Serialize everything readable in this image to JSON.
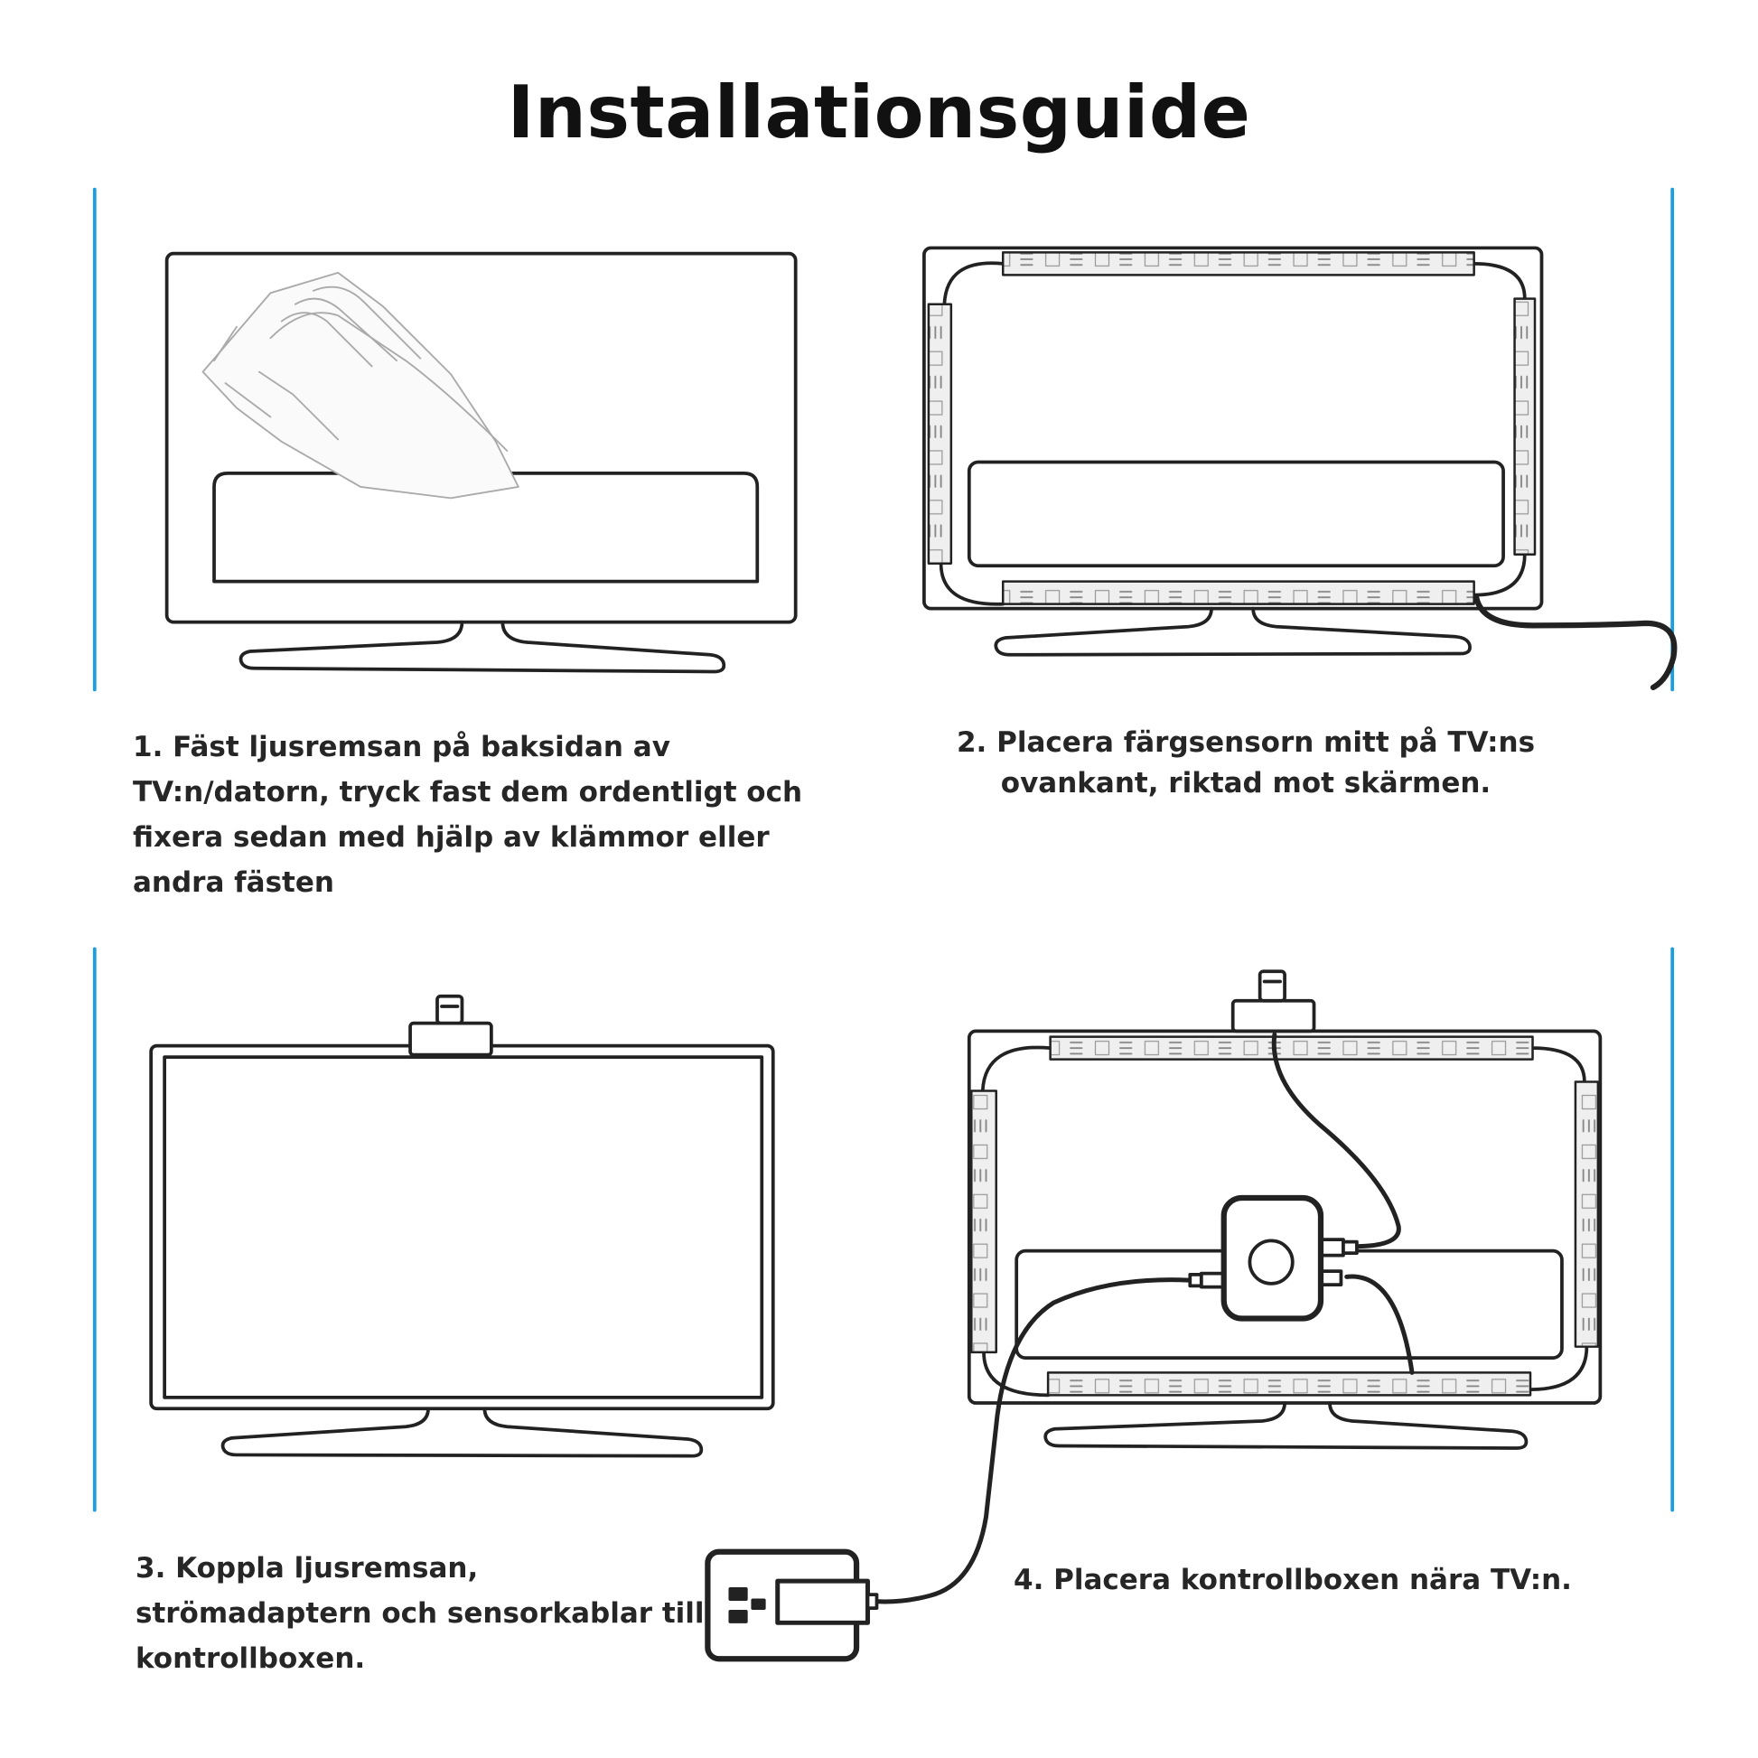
{
  "title": "Installationsguide",
  "steps": [
    {
      "lines": [
        "1. Fäst ljusremsan på baksidan av",
        "TV:n/datorn, tryck fast dem ordentligt och",
        "fixera sedan med hjälp av klämmor eller",
        "andra fästen"
      ]
    },
    {
      "lines": [
        "2. Placera färgsensorn mitt på TV:ns",
        "ovankant, riktad mot skärmen."
      ]
    },
    {
      "lines": [
        "3. Koppla ljusremsan,",
        "strömadaptern och sensorkablar till",
        "kontrollboxen."
      ]
    },
    {
      "lines": [
        "4. Placera kontrollboxen nära TV:n."
      ]
    }
  ],
  "colors": {
    "accent": "#1a9ee0",
    "line": "#222222"
  }
}
